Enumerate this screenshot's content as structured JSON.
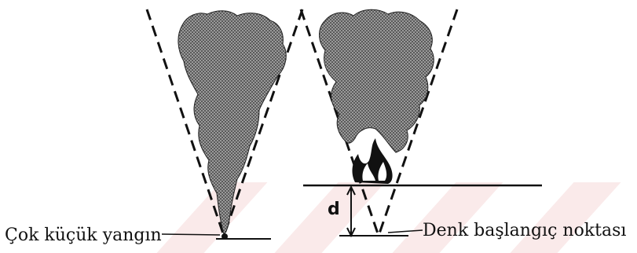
{
  "labels": {
    "small_fire": "Çok küçük yangın",
    "virtual_origin": "Denk başlangıç noktası",
    "distance": "d"
  },
  "colors": {
    "ink": "#111111",
    "smoke_fill": "#7a7a7a",
    "watermark": "#f2caca"
  },
  "icons": {
    "smoke_left": "smoke-plume",
    "smoke_right": "smoke-plume",
    "flame": "flame"
  }
}
